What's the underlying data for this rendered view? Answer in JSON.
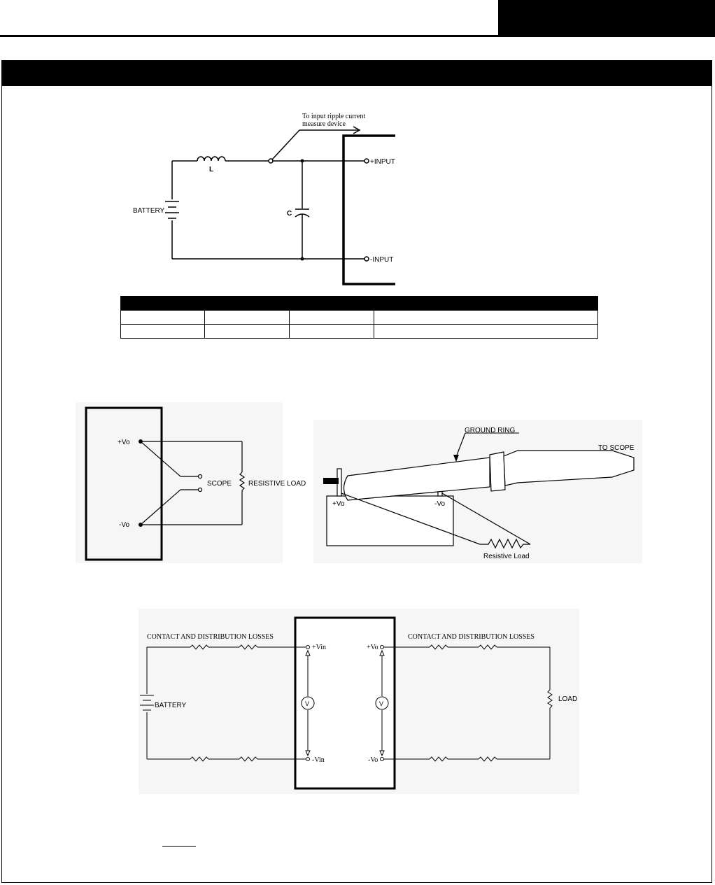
{
  "fig1": {
    "note_line1": "To input ripple current",
    "note_line2": "measure device",
    "inductor_label": "L",
    "capacitor_label": "C",
    "battery_label": "BATTERY",
    "plus_input": "+INPUT",
    "minus_input": "-INPUT"
  },
  "table": {
    "rows": [
      [
        "",
        "",
        "",
        ""
      ],
      [
        "",
        "",
        "",
        ""
      ]
    ]
  },
  "fig2": {
    "plus_vo": "+Vo",
    "minus_vo": "-Vo",
    "scope_label": "SCOPE",
    "load_label": "RESISTIVE LOAD",
    "ground_ring_label": "GROUND RING",
    "to_scope_label": "TO SCOPE",
    "probe_plus_vo": "+Vo",
    "probe_minus_vo": "-Vo",
    "probe_load_label": "Resistive Load"
  },
  "fig3": {
    "losses_left": "CONTACT AND DISTRIBUTION  LOSSES",
    "losses_right": "CONTACT AND DISTRIBUTION  LOSSES",
    "battery_label": "BATTERY",
    "plus_vin": "+Vin",
    "minus_vin": "-Vin",
    "plus_vo": "+Vo",
    "minus_vo": "-Vo",
    "meter_left": "V",
    "meter_right": "V",
    "load_label": "LOAD"
  }
}
